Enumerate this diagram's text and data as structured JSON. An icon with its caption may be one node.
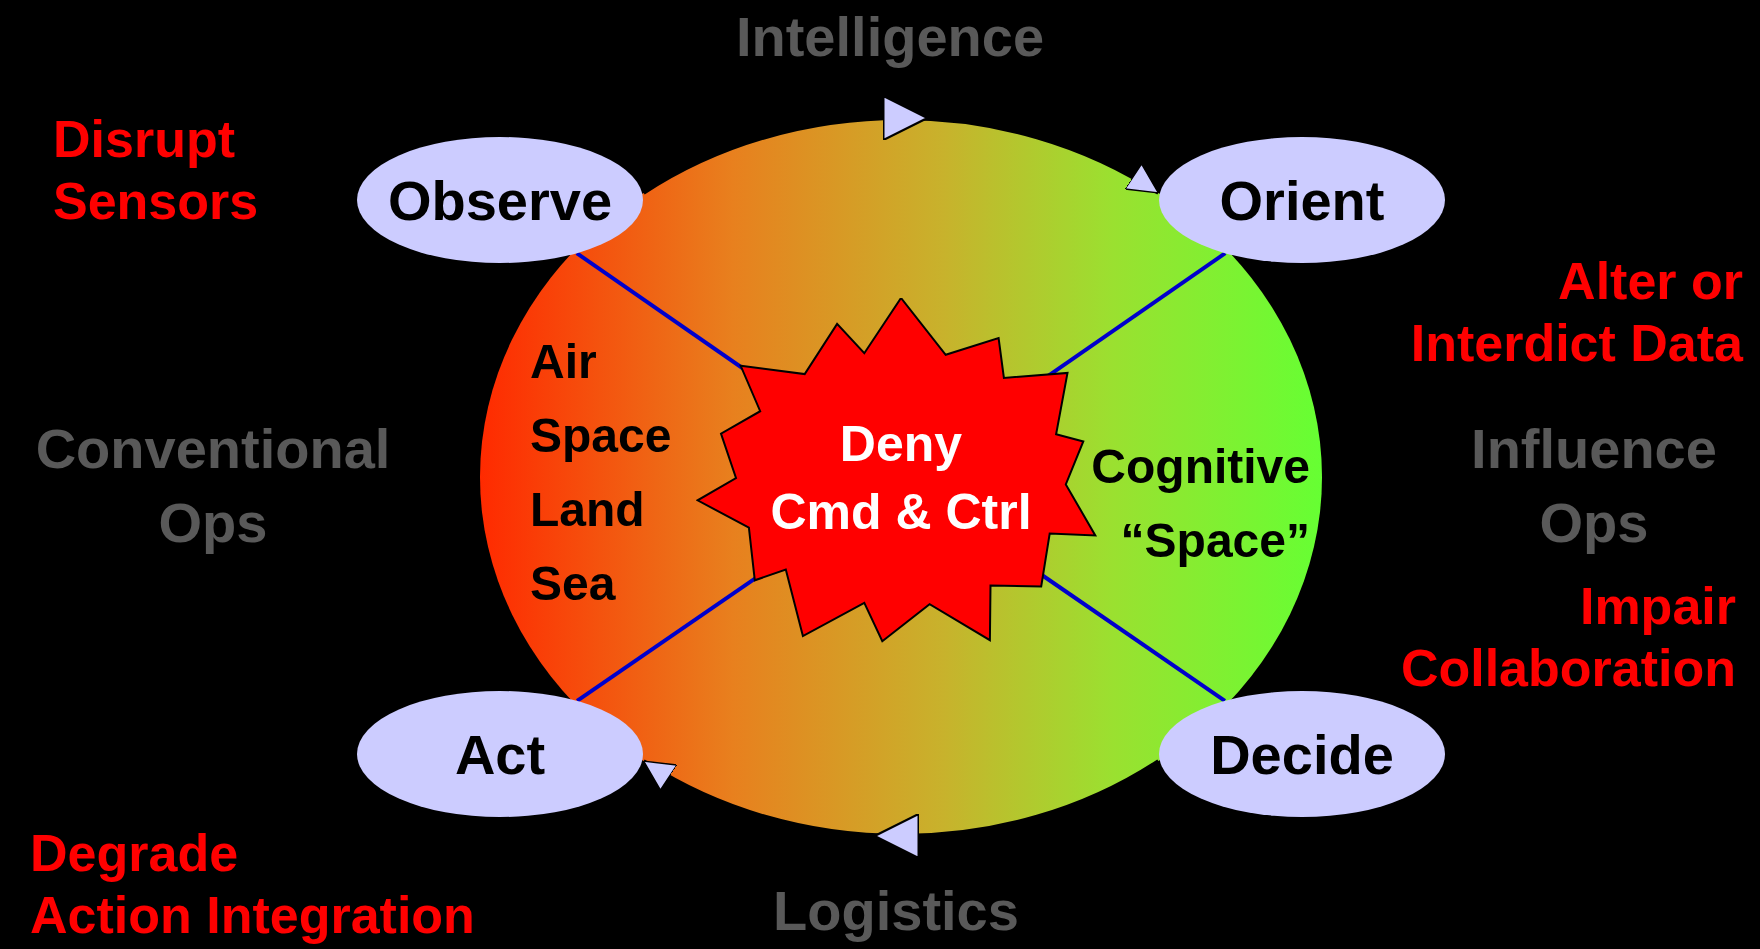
{
  "diagram": {
    "nodes": [
      {
        "text": [
          "Observe"
        ],
        "beside": [
          "Disrupt Sensors"
        ]
      },
      {
        "text": [
          "Orient"
        ],
        "beside": [
          "Alter or Interdict Data"
        ]
      },
      {
        "text": [
          "Decide"
        ],
        "beside": [
          "Impair Collaboration"
        ]
      },
      {
        "text": [
          "Act"
        ],
        "beside": [
          "Degrade Action Integration"
        ]
      },
      {
        "text": [
          "Air Space Land Sea",
          "Cognitive “Space”"
        ]
      },
      {
        "text": [
          "Deny Cmd & Ctrl"
        ],
        "in": 4
      }
    ],
    "edges": [
      {
        "from": 0,
        "to": 1,
        "arrow": "to",
        "color": "#000000"
      },
      {
        "from": 2,
        "to": 3,
        "arrow": "to",
        "color": "#000000"
      },
      {
        "from": 5,
        "to": 0,
        "arrow": "none"
      },
      {
        "from": 5,
        "to": 1,
        "arrow": "none"
      },
      {
        "from": 5,
        "to": 2,
        "arrow": "none"
      },
      {
        "from": 5,
        "to": 3,
        "arrow": "none"
      }
    ],
    "labels": [
      "Intelligence",
      "Conventional Ops",
      "Influence Ops",
      "Logistics"
    ]
  }
}
